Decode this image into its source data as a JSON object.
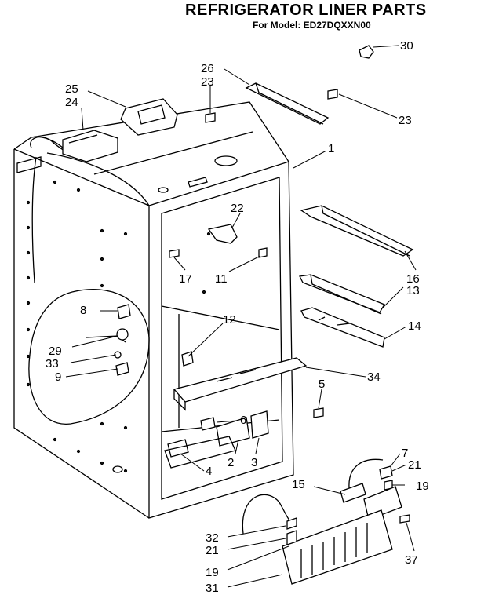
{
  "header": {
    "title": "REFRIGERATOR LINER PARTS",
    "subtitle": "For Model: ED27DQXXN00"
  },
  "callouts": [
    "30",
    "26",
    "23",
    "25",
    "24",
    "23",
    "1",
    "22",
    "17",
    "11",
    "16",
    "13",
    "8",
    "12",
    "14",
    "29",
    "33",
    "9",
    "34",
    "5",
    "6",
    "2",
    "3",
    "4",
    "7",
    "21",
    "15",
    "19",
    "32",
    "21",
    "37",
    "19",
    "31"
  ],
  "colors": {
    "ink": "#000000",
    "paper": "#ffffff"
  }
}
